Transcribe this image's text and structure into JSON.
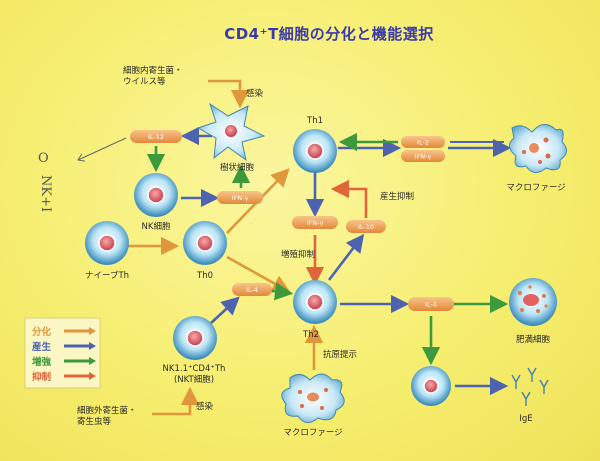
{
  "title": "CD4⁺T細胞の分化と機能選択",
  "sources": {
    "intracellular": [
      "細胞内寄生菌・",
      "ウイルス等"
    ],
    "extracellular": [
      "細胞外寄生菌・",
      "寄生虫等"
    ]
  },
  "arrow_labels": {
    "infection_top": "感染",
    "infection_bottom": "感染",
    "production_suppression": "産生抑制",
    "proliferation_suppression": "増殖抑制",
    "antigen_presentation": "抗原提示"
  },
  "cells": {
    "dendritic": "樹状細胞",
    "nk": "NK細胞",
    "naive": "ナイーブTh",
    "th0": "Th0",
    "th1": "Th1",
    "th2": "Th2",
    "nkt": [
      "NK1.1⁺CD4⁺Th",
      "(NKT細胞)"
    ],
    "macrophage_right": "マクロファージ",
    "macrophage_bottom": "マクロファージ",
    "mast": "肥満細胞",
    "ige": "IgE"
  },
  "cytokines": {
    "il12": "IL-12",
    "ifng_nk": "IFN-γ",
    "il4_nkt": "IL-4",
    "ifng_th1": "IFN-γ",
    "il10": "IL-10",
    "il2": "IL-2",
    "ifng_right": "IFN-γ",
    "il4_th2": "IL-4"
  },
  "legend": [
    {
      "label": "分化",
      "color": "#e0963a"
    },
    {
      "label": "産生",
      "color": "#4d63b0"
    },
    {
      "label": "増強",
      "color": "#3c9a3c"
    },
    {
      "label": "抑制",
      "color": "#e0663a"
    }
  ],
  "handwriting": {
    "mark": "O",
    "text": "NK+I"
  }
}
